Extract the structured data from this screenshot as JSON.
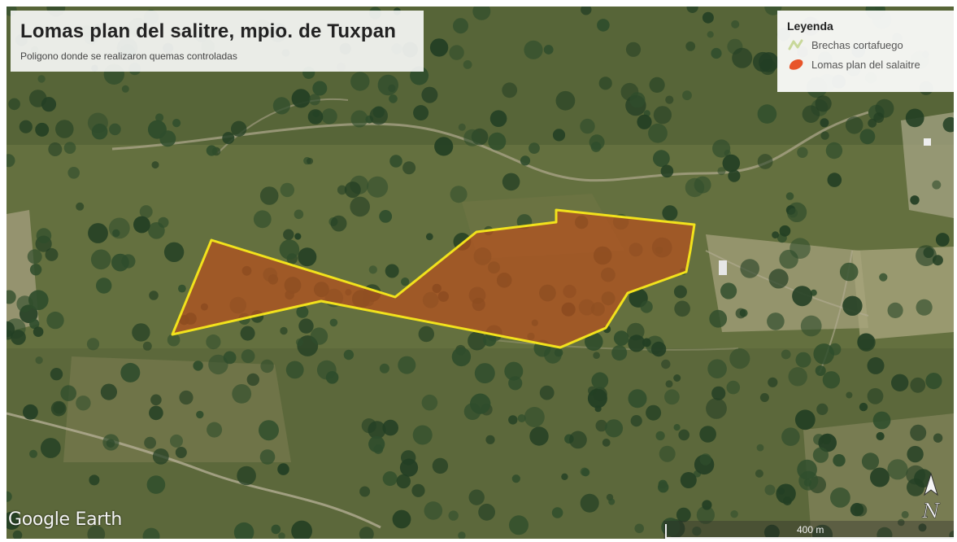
{
  "header": {
    "title": "Lomas plan del salitre, mpio. de Tuxpan",
    "subtitle": "Poligono donde se realizaron quemas controladas"
  },
  "legend": {
    "title": "Leyenda",
    "items": [
      {
        "label": "Brechas cortafuego",
        "color": "#c8d89a",
        "icon": "line-symbol-icon"
      },
      {
        "label": "Lomas plan del salaitre",
        "color": "#e8552a",
        "icon": "polygon-symbol-icon"
      }
    ]
  },
  "map": {
    "polygon_fill": "#b5501e",
    "polygon_stroke": "#f2e21c",
    "attribution": "Google Earth",
    "north_label": "N",
    "scale_label": "400 m"
  }
}
